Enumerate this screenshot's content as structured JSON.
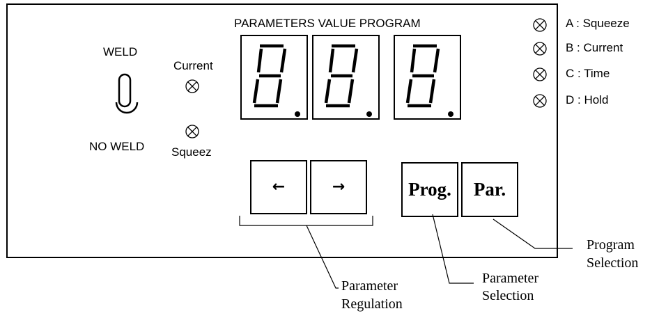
{
  "display_header": "PARAMETERS VALUE  PROGRAM",
  "switch": {
    "top_label": "WELD",
    "bottom_label": "NO WELD"
  },
  "indicators": {
    "current_label": "Current",
    "squeeze_label": "Squeez"
  },
  "display_readout": [
    "8",
    "8",
    "8"
  ],
  "legend": [
    {
      "text": "A : Squeeze"
    },
    {
      "text": "B : Current"
    },
    {
      "text": "C : Time"
    },
    {
      "text": "D : Hold"
    }
  ],
  "keys": {
    "left_arrow": "←",
    "right_arrow": "→",
    "prog": "Prog.",
    "par": "Par."
  },
  "callouts": {
    "parameter_regulation": [
      "Parameter",
      "Regulation"
    ],
    "parameter_selection": [
      "Parameter",
      "Selection"
    ],
    "program_selection": [
      "Program",
      "Selection"
    ]
  },
  "icons": {
    "lamp": "lamp-indicator-icon",
    "toggle": "toggle-switch-icon"
  }
}
